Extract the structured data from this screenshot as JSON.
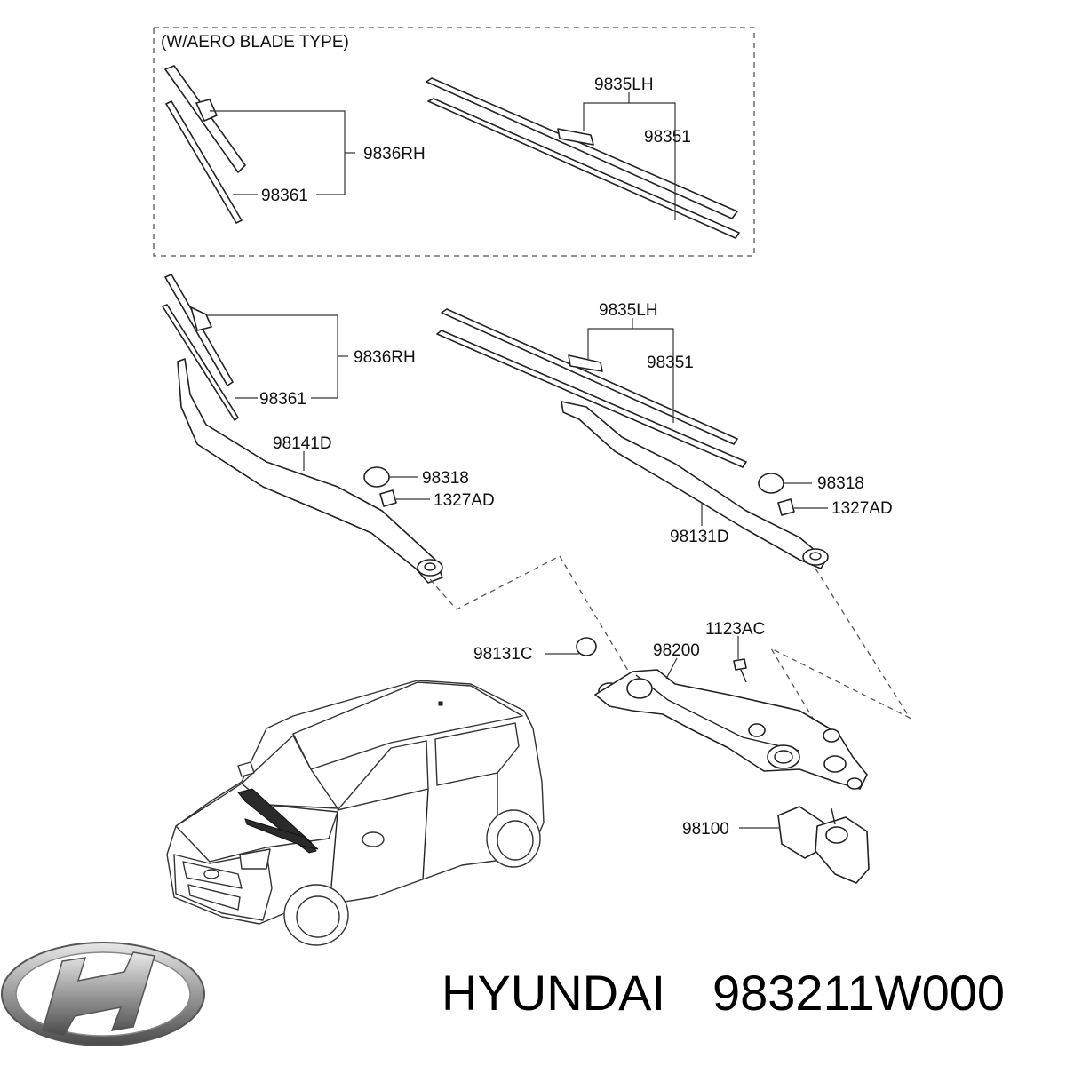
{
  "aero_box": {
    "title": "(W/AERO BLADE TYPE)"
  },
  "labels": {
    "aero_left_blade_assy": "9835LH",
    "aero_left_refill": "98351",
    "aero_right_blade_assy": "9836RH",
    "aero_right_refill": "98361",
    "left_blade_assy": "9835LH",
    "left_refill": "98351",
    "right_blade_assy": "9836RH",
    "right_refill": "98361",
    "right_arm": "98141D",
    "right_cap": "98318",
    "right_nut": "1327AD",
    "left_arm": "98131D",
    "left_cap": "98318",
    "left_nut": "1327AD",
    "pivot_cap": "98131C",
    "linkage": "98200",
    "bolt": "1123AC",
    "motor": "98100"
  },
  "footer": {
    "brand": "HYUNDAI",
    "part_number": "983211W000"
  },
  "icons": {
    "logo": "hyundai-logo-icon",
    "vehicle": "car-illustration-icon"
  }
}
